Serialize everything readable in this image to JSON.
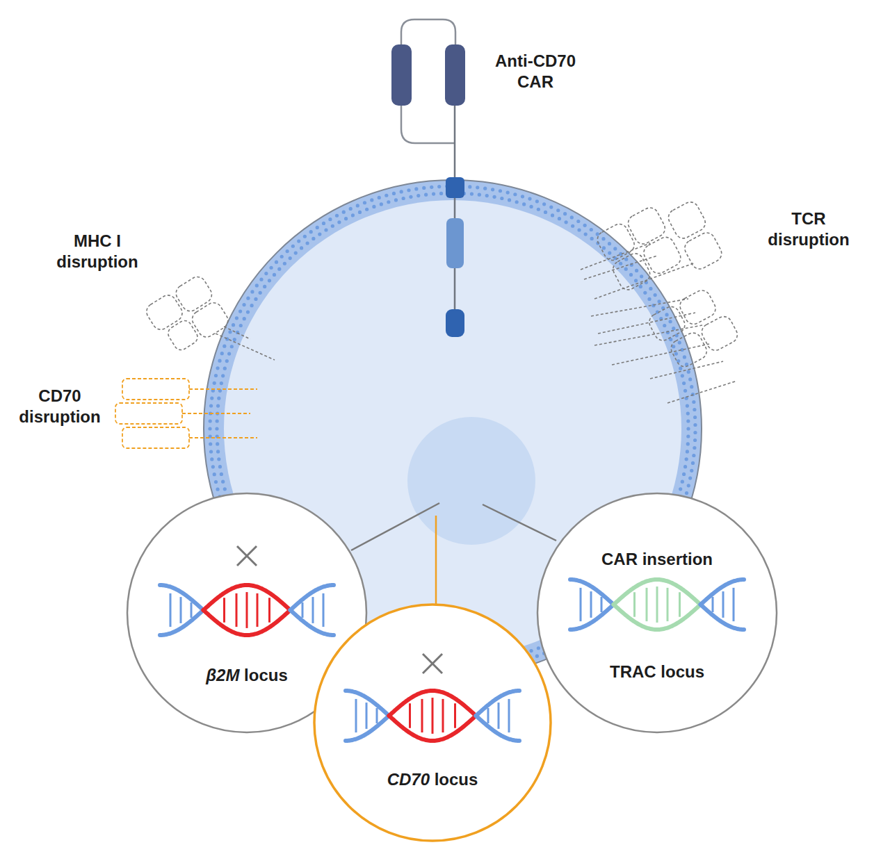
{
  "diagram": {
    "nodes": [
      {
        "text": [
          "β2M locus"
        ]
      },
      {
        "text": [
          "CD70 locus"
        ]
      },
      {
        "text": [
          "CAR insertion",
          "TRAC locus"
        ]
      }
    ],
    "labels": [
      "Anti-CD70 CAR",
      "TCR disruption",
      "MHC I disruption",
      "CD70 disruption"
    ]
  }
}
